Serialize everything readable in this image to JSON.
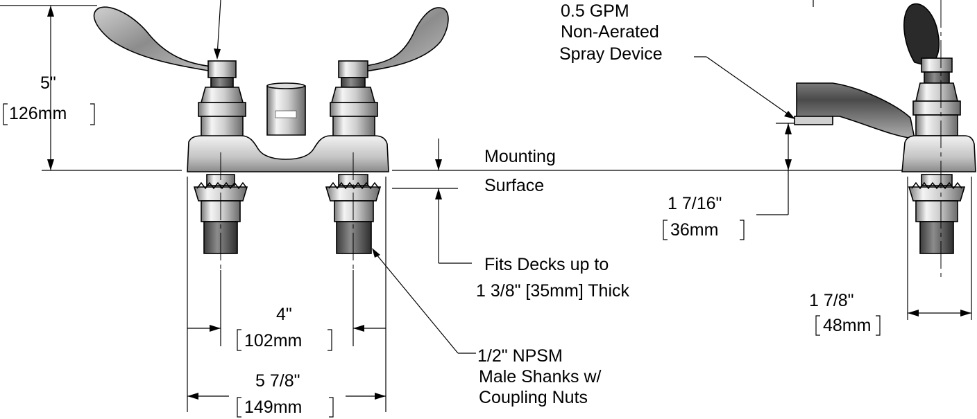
{
  "labels": {
    "height_in": "5\"",
    "height_mm": "126mm",
    "flow_rate": "0.5 GPM",
    "flow_type": "Non-Aerated",
    "spray_device": "Spray Device",
    "mounting_1": "Mounting",
    "mounting_2": "Surface",
    "spout_height_in": "1 7/16\"",
    "spout_height_mm": "36mm",
    "deck_fit_1": "Fits Decks up to",
    "deck_fit_2": "1 3/8\" [35mm] Thick",
    "center_in": "4\"",
    "center_mm": "102mm",
    "width_in": "5 7/8\"",
    "width_mm": "149mm",
    "shank_1": "1/2\" NPSM",
    "shank_2": "Male Shanks w/",
    "shank_3": "Coupling Nuts",
    "side_width_in": "1 7/8\"",
    "side_width_mm": "48mm"
  },
  "colors": {
    "line": "#000000",
    "metal_light": "#e6e6e6",
    "metal_mid": "#bcbcbc",
    "metal_dark": "#6a6a6a",
    "handle": "#9a9a9a",
    "handle_dark": "#3a3a3a"
  }
}
